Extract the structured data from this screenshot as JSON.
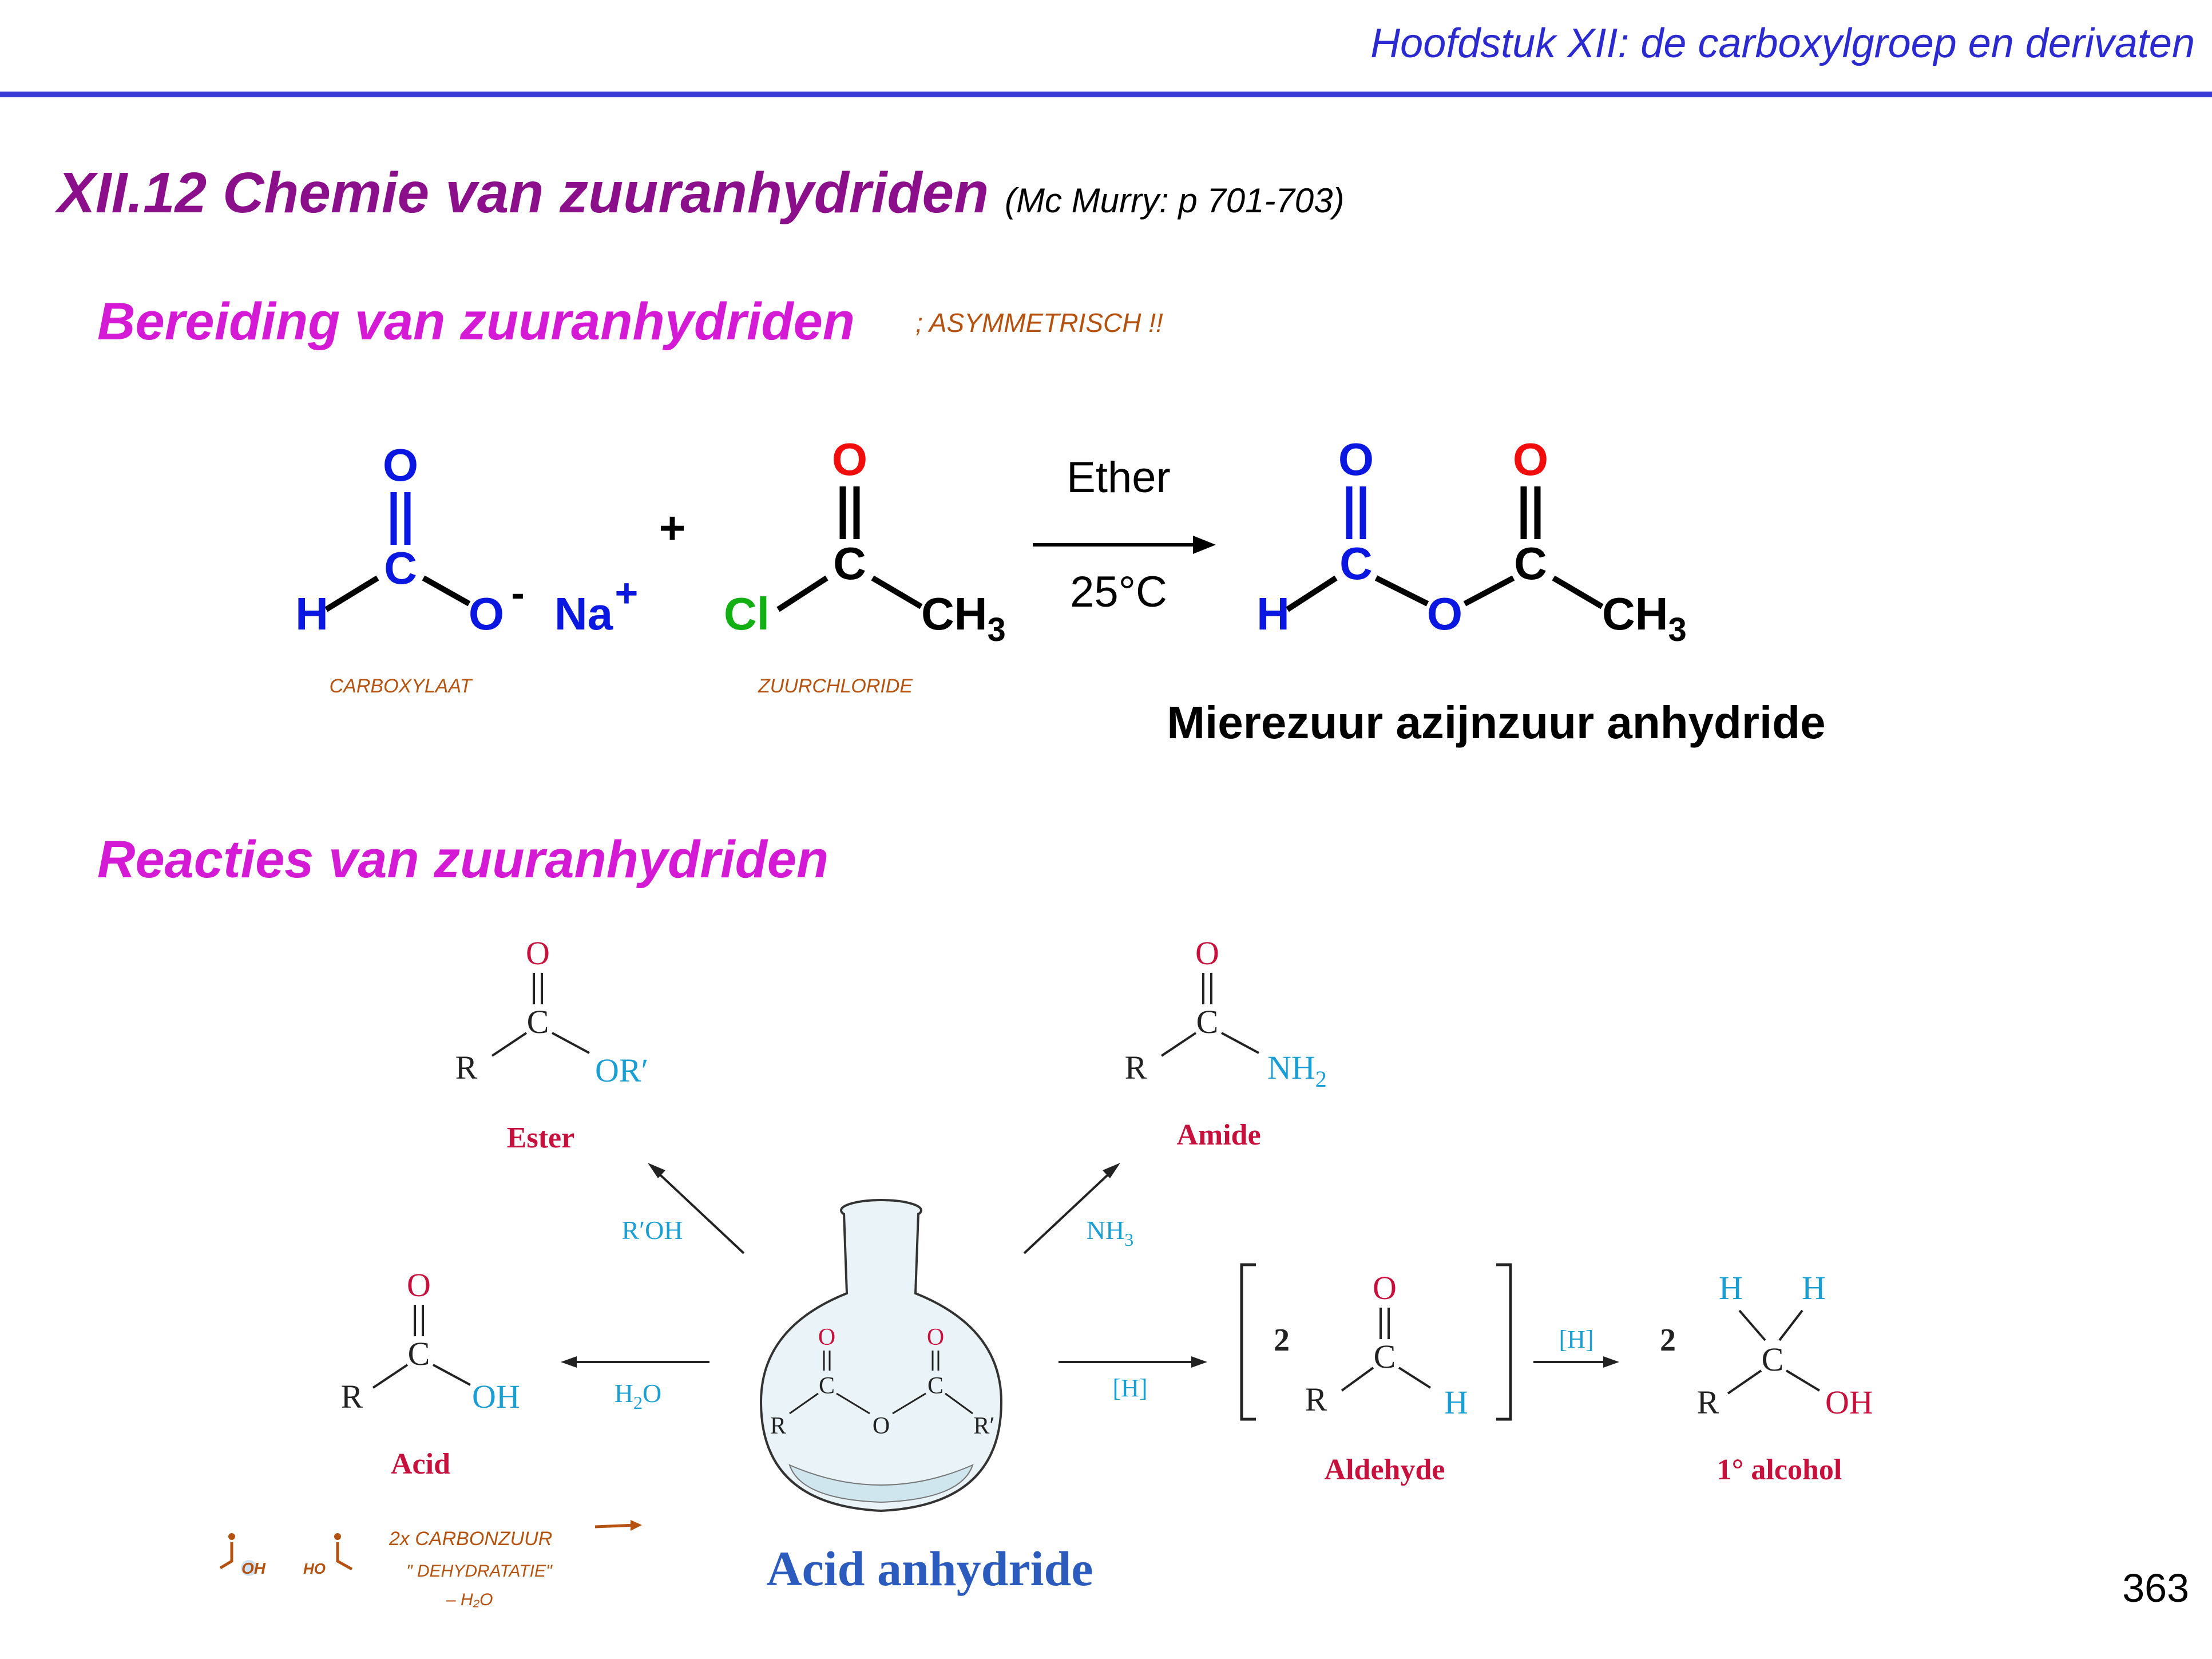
{
  "header": {
    "title": "Hoofdstuk XII: de carboxylgroep en derivaten"
  },
  "section": {
    "title": "XII.12  Chemie van zuuranhydriden",
    "reference": "(Mc Murry: p 701-703)"
  },
  "preparation": {
    "title": "Bereiding van zuuranhydriden",
    "note": "; ASYMMETRISCH !!",
    "carboxylate": {
      "O": "O",
      "C": "C",
      "H": "H",
      "Ominus": "O",
      "minus": "-",
      "Na": "Na",
      "plus": "+",
      "label": "CARBOXYLAAT"
    },
    "plus_sign": "+",
    "acid_chloride": {
      "O": "O",
      "C": "C",
      "Cl": "Cl",
      "CH": "CH",
      "sub": "3",
      "label": "ZUURCHLORIDE"
    },
    "conditions": {
      "solvent": "Ether",
      "temperature": "25°C"
    },
    "product": {
      "O1": "O",
      "O2": "O",
      "C1": "C",
      "C2": "C",
      "H": "H",
      "Obridge": "O",
      "CH": "CH",
      "sub": "3",
      "name": "Mierezuur azijnzuur anhydride"
    }
  },
  "reactions": {
    "title": "Reacties van zuuranhydriden",
    "center": {
      "label": "Acid anhydride",
      "O1": "O",
      "O2": "O",
      "C1": "C",
      "C2": "C",
      "R": "R",
      "Obridge": "O",
      "Rprime": "R′"
    },
    "ester": {
      "O": "O",
      "C": "C",
      "R": "R",
      "OR": "OR′",
      "label": "Ester",
      "reagent": "R′OH"
    },
    "amide": {
      "O": "O",
      "C": "C",
      "R": "R",
      "NH": "NH",
      "sub": "2",
      "label": "Amide",
      "reagent_main": "NH",
      "reagent_sub": "3"
    },
    "acid": {
      "O": "O",
      "C": "C",
      "R": "R",
      "OH": "OH",
      "label": "Acid",
      "reagent_main": "H",
      "reagent_sub": "2",
      "reagent_tail": "O"
    },
    "aldehyde": {
      "coef": "2",
      "O": "O",
      "C": "C",
      "R": "R",
      "H": "H",
      "label": "Aldehyde",
      "reagent": "[H]"
    },
    "alcohol": {
      "coef": "2",
      "H1": "H",
      "H2": "H",
      "C": "C",
      "R": "R",
      "OH": "OH",
      "label": "1° alcohol",
      "reagent": "[H]"
    },
    "handnote": {
      "oh": "OH",
      "ho": "HO",
      "line1": "2x CARBONZUUR",
      "line2": "\" DEHYDRATATIE\"",
      "line3": "– H₂O"
    }
  },
  "page_number": "363",
  "colors": {
    "header": "#2a2ad0",
    "section": "#8b0e8b",
    "subtitle": "#d41ad4",
    "blue_atom": "#0a17e0",
    "red_atom": "#f20d0d",
    "green_atom": "#12b012",
    "annotation": "#b5520f",
    "figure_red": "#c8103c",
    "figure_cyan": "#1a9fd4",
    "center_label": "#2b5bbd"
  }
}
